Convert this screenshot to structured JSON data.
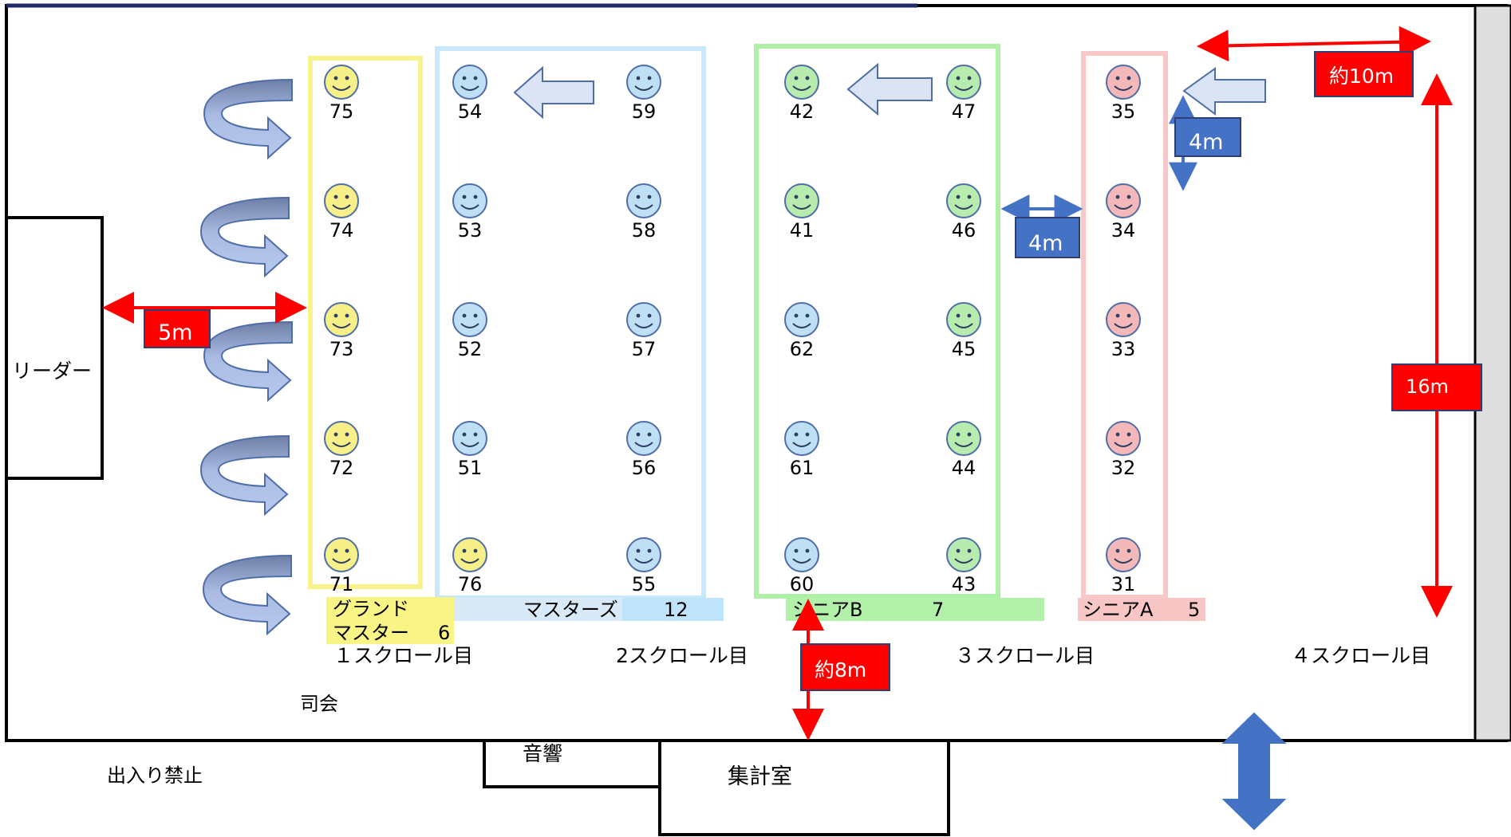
{
  "leader_label": "リーダー",
  "mc_label": "司会",
  "no_entry_label": "出入り禁止",
  "sound_label": "音響",
  "tally_room_label": "集計室",
  "dimensions": {
    "leader_distance": "5m",
    "row_gap_horizontal": "4m",
    "row_gap_vertical": "4m",
    "width": "約10m",
    "height": "16m",
    "front_gap": "約8m"
  },
  "scroll_labels": [
    "１スクロール目",
    "2スクロール目",
    "３スクロール目",
    "４スクロール目"
  ],
  "group_labels": {
    "grand_master_line1": "グランド",
    "grand_master_line2": "マスター",
    "grand_master_count": "6",
    "masters": "マスターズ",
    "masters_count": "12",
    "senior_b": "シニアB",
    "senior_b_count": "7",
    "senior_a": "シニアA",
    "senior_a_count": "5"
  },
  "colors": {
    "grand_master": "#f6f17a",
    "masters": "#bfe3f7",
    "senior_b": "#a7ee9f",
    "senior_a": "#f9c4c4",
    "red_dimension": "#ff0000",
    "blue_dimension": "#4472c4"
  },
  "columns": [
    {
      "group": "grand_master",
      "face_color": "#f7ef88",
      "numbers": [
        "75",
        "74",
        "73",
        "72",
        "71"
      ]
    },
    {
      "group": "masters",
      "face_color": "#bfe0f4",
      "numbers": [
        "54",
        "53",
        "52",
        "51",
        "76"
      ],
      "special_yellow_index": 4
    },
    {
      "group": "masters",
      "face_color": "#bfe0f4",
      "numbers": [
        "59",
        "58",
        "57",
        "56",
        "55"
      ]
    },
    {
      "group": "senior_b",
      "face_color": "#b7ecae",
      "numbers": [
        "42",
        "41",
        "62",
        "61",
        "60"
      ],
      "special_blue_indexes": [
        2,
        3,
        4
      ]
    },
    {
      "group": "senior_b",
      "face_color": "#b7ecae",
      "numbers": [
        "47",
        "46",
        "45",
        "44",
        "43"
      ]
    },
    {
      "group": "senior_a",
      "face_color": "#f4b8b8",
      "numbers": [
        "35",
        "34",
        "33",
        "32",
        "31"
      ]
    }
  ],
  "icons": {
    "face": "smiley-face-icon",
    "rotate": "curved-rotate-arrow-icon",
    "move_left": "block-left-arrow-icon",
    "exit": "double-headed-arrow-icon"
  }
}
